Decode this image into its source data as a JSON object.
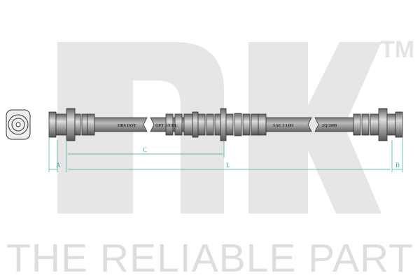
{
  "watermark": {
    "logo": "nk",
    "trademark": "TM",
    "tagline": "THE RELIABLE PART"
  },
  "hose": {
    "markings": [
      "HBS DOT",
      "OPT 1/8 HL",
      "SAE J 1401",
      "2Q/2009"
    ]
  },
  "dimensions": {
    "a": "A",
    "b": "B",
    "c": "C",
    "l": "L"
  },
  "colors": {
    "watermark": "#e4e4e4",
    "dimension_line": "#33aa99",
    "hose": "#8a8a8a"
  }
}
